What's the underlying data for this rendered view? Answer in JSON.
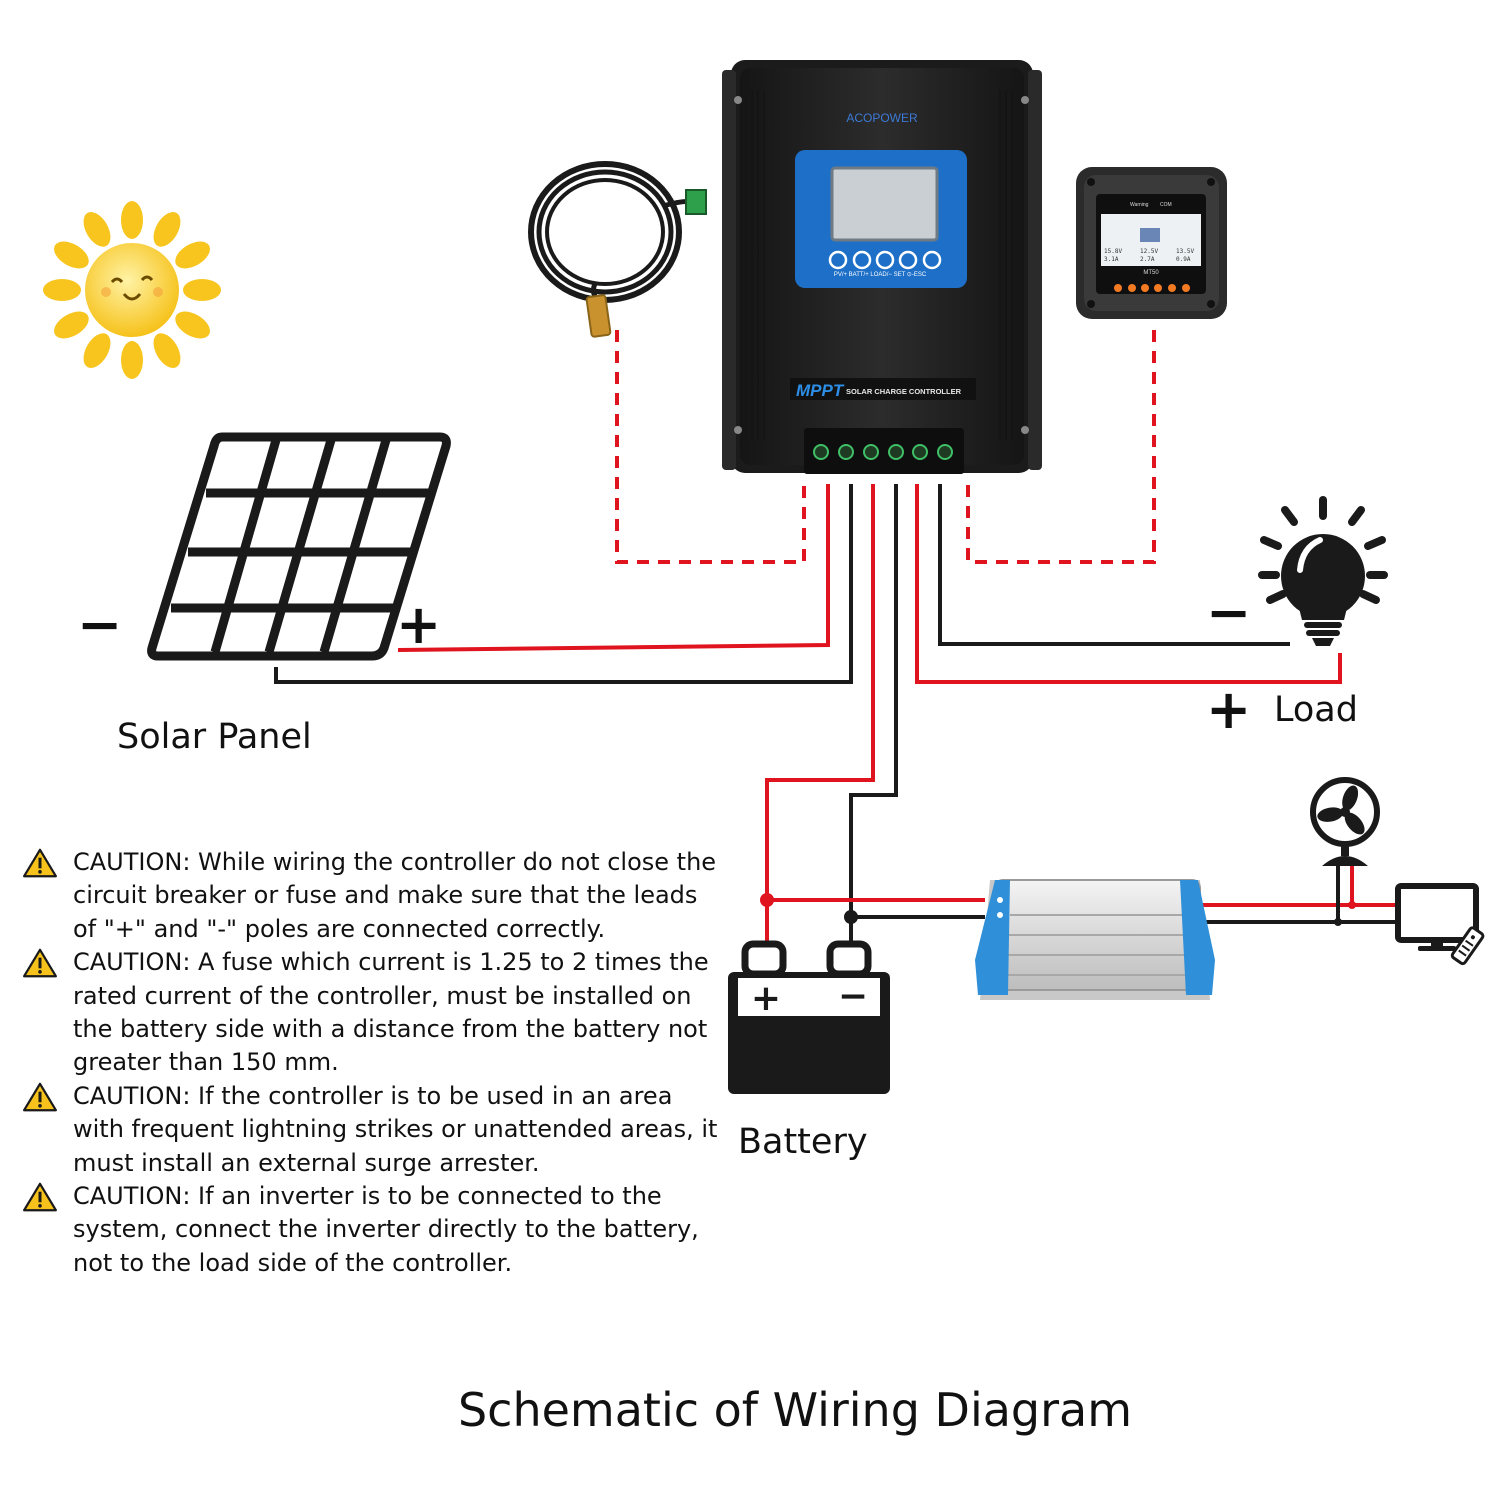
{
  "title": "Schematic of Wiring Diagram",
  "components": {
    "solar_panel": "Solar Panel",
    "battery": "Battery",
    "load": "Load"
  },
  "polarity": {
    "plus": "+",
    "minus": "−"
  },
  "controller": {
    "brand": "ACOPOWER",
    "badge": "MPPT",
    "subtitle": "SOLAR CHARGE CONTROLLER",
    "button_labels": "PV/+   BATT/+ LOAD/−   SET   ⊙-ESC"
  },
  "remote_meter": {
    "model": "MT50",
    "status_left": "Warning",
    "status_right": "COM",
    "readings": [
      "15.8V",
      "3.1A",
      "12.5V",
      "2.7A",
      "13.5V",
      "0.9A"
    ]
  },
  "cautions": [
    {
      "text": " CAUTION: While wiring the controller do not close the   circuit breaker or fuse and make sure that the leads of \"+\" and \"-\" poles are connected correctly."
    },
    {
      "text": "CAUTION: A fuse which current is 1.25 to 2 times the rated current of the controller, must be installed on the battery side with a distance from the battery not",
      "text2": "greater than 150 mm."
    },
    {
      "text": "CAUTION: If the controller is to be used in an area with frequent lightning strikes or unattended areas, it must install an external surge arrester."
    },
    {
      "text": "CAUTION: If an inverter is to be connected to the system, connect the inverter directly to the battery, not to the load side of the controller."
    }
  ],
  "colors": {
    "positive_wire": "#e0141e",
    "negative_wire": "#1a1a1a",
    "optional_link": "#e0141e",
    "controller_body": "#222222",
    "screen_frame": "#1e6fc8",
    "sun": "#f7c51e",
    "inverter_accent": "#2f8fd8"
  },
  "icons": [
    "sun-icon",
    "solar-panel-icon",
    "temperature-sensor-icon",
    "remote-meter-icon",
    "light-bulb-icon",
    "battery-icon",
    "inverter-icon",
    "fan-icon",
    "tv-icon",
    "warning-icon"
  ]
}
